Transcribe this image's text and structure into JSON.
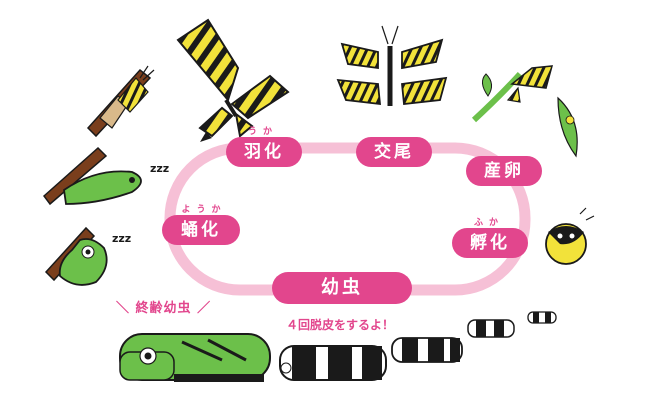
{
  "stages": {
    "eclosion": {
      "label": "羽化",
      "ruby": "うか"
    },
    "mating": {
      "label": "交尾"
    },
    "egg_laying": {
      "label": "産卵"
    },
    "hatching": {
      "label": "孵化",
      "ruby": "ふか"
    },
    "larva": {
      "label": "幼虫"
    },
    "pupation": {
      "label": "蛹化",
      "ruby": "ようか"
    }
  },
  "notes": {
    "final_instar": "終齢幼虫",
    "molts": "４回脱皮をするよ！",
    "sleep": "zzz"
  },
  "colors": {
    "accent": "#e2468d",
    "cycle_ring": "#f6c0d6",
    "butterfly_yellow": "#f2e23a",
    "outline": "#1a1a1a",
    "leaf_green": "#6cc04a",
    "branch_brown": "#7a3e1c"
  }
}
